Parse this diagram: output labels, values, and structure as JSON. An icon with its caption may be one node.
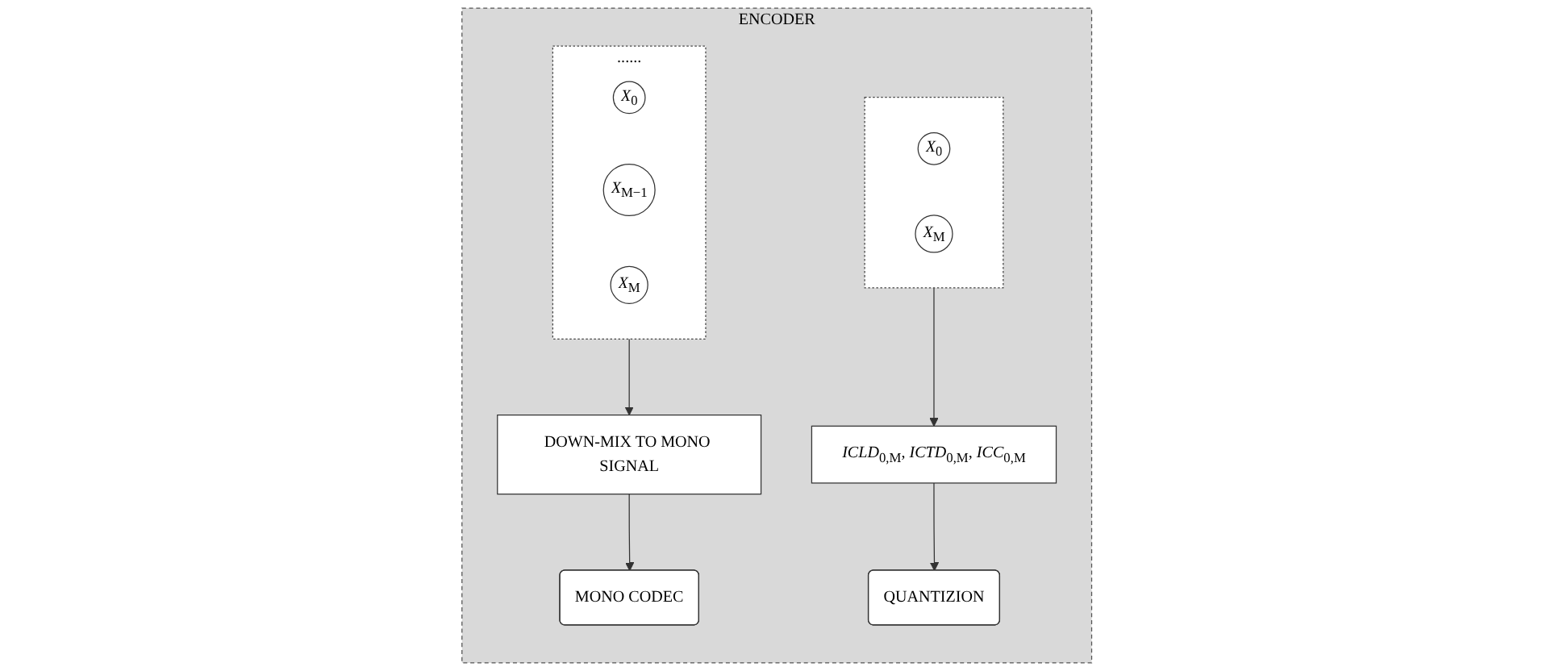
{
  "diagram": {
    "nodes": [
      {
        "text": [
          "ENCODER"
        ]
      },
      {
        "text": [
          "......"
        ],
        "in": 0
      },
      {
        "text": [
          "*X*$_{0}$"
        ],
        "in": 1
      },
      {
        "text": [
          "*X*$_{M−1}$"
        ],
        "in": 1
      },
      {
        "text": [
          "*X*$_{M}$"
        ],
        "in": 1
      },
      {
        "text": [],
        "shape": "box",
        "in": 0
      },
      {
        "text": [
          "*X*$_{0}$"
        ],
        "in": 5
      },
      {
        "text": [
          "*X*$_{M}$"
        ],
        "in": 5
      },
      {
        "text": [
          "DOWN-MIX TO MONO SIGNAL"
        ],
        "in": 0
      },
      {
        "text": [
          "*ICLD*$_{0,M}$, *ICTD*$_{0,M}$, *ICC*$_{0,M}$"
        ],
        "in": 0
      },
      {
        "text": [
          "MONO CODEC"
        ],
        "in": 0
      },
      {
        "text": [
          "QUANTIZION"
        ],
        "in": 0
      }
    ],
    "edges": [
      {
        "from": 1,
        "to": 8,
        "arrow": "to"
      },
      {
        "from": 8,
        "to": 10,
        "arrow": "to"
      },
      {
        "from": 5,
        "to": 9,
        "arrow": "to"
      },
      {
        "from": 9,
        "to": 11,
        "arrow": "to"
      }
    ]
  }
}
